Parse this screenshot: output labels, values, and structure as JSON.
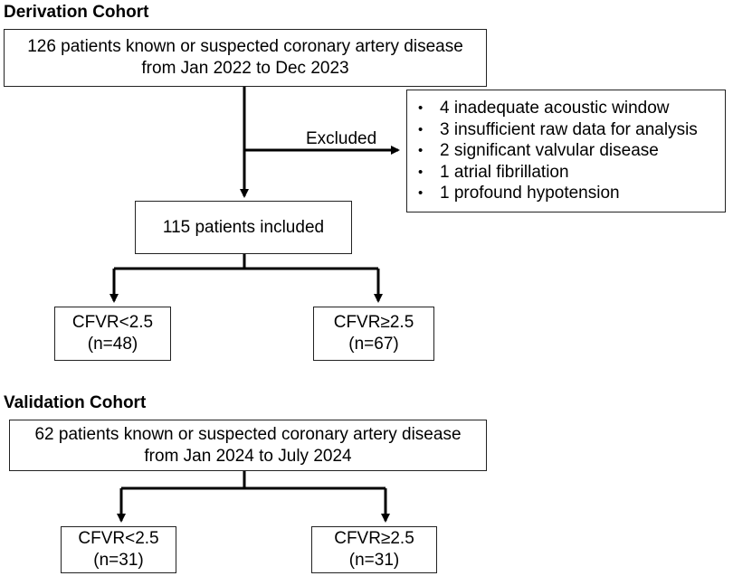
{
  "derivation": {
    "heading": "Derivation Cohort",
    "source_box": {
      "line1": "126 patients known or suspected coronary artery disease",
      "line2": "from Jan 2022 to Dec 2023"
    },
    "excluded_label": "Excluded",
    "exclusions": [
      "4 inadequate acoustic window",
      "3 insufficient raw data for analysis",
      "2 significant valvular disease",
      "1 atrial fibrillation",
      "1 profound hypotension"
    ],
    "included_box": "115 patients included",
    "group_low": {
      "label": "CFVR<2.5",
      "count": "(n=48)"
    },
    "group_high": {
      "label": "CFVR≥2.5",
      "count": "(n=67)"
    }
  },
  "validation": {
    "heading": "Validation Cohort",
    "source_box": {
      "line1": "62 patients known or suspected coronary artery disease",
      "line2": "from Jan 2024 to July 2024"
    },
    "group_low": {
      "label": "CFVR<2.5",
      "count": "(n=31)"
    },
    "group_high": {
      "label": "CFVR≥2.5",
      "count": "(n=31)"
    }
  },
  "colors": {
    "line": "#000000",
    "border": "#222222"
  }
}
